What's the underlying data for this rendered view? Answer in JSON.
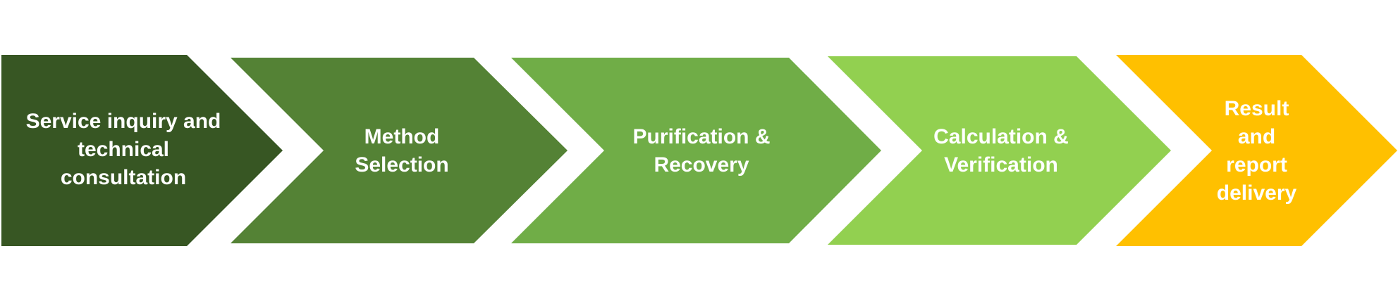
{
  "steps": [
    {
      "label": "Service inquiry and\ntechnical\nconsultation",
      "color": "#375623"
    },
    {
      "label": "Method\nSelection",
      "color": "#548235"
    },
    {
      "label": "Purification &\nRecovery",
      "color": "#70AD47"
    },
    {
      "label": "Calculation &\nVerification",
      "color": "#92D050"
    },
    {
      "label": "Result\nand\nreport\ndelivery",
      "color": "#FFC000"
    }
  ]
}
